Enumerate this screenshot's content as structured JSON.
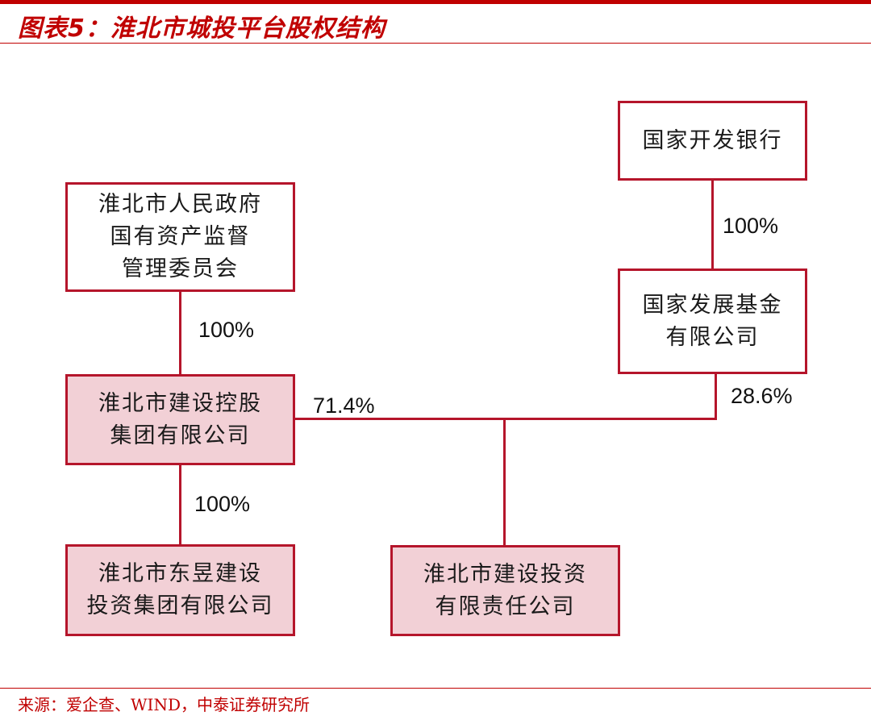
{
  "header": {
    "title": "图表5：淮北市城投平台股权结构"
  },
  "nodes": {
    "sasac": "淮北市人民政府\n国有资产监督\n管理委员会",
    "holding": "淮北市建设控股\n集团有限公司",
    "dongyu": "淮北市东昱建设\n投资集团有限公司",
    "jianshe": "淮北市建设投资\n有限责任公司",
    "cdb": "国家开发银行",
    "fund": "国家发展基金\n有限公司"
  },
  "edges": {
    "sasac_to_holding": "100%",
    "holding_to_dongyu": "100%",
    "holding_to_jianshe": "71.4%",
    "cdb_to_fund": "100%",
    "fund_to_jianshe": "28.6%"
  },
  "footer": {
    "source": "来源：爱企查、WIND，中泰证券研究所"
  }
}
